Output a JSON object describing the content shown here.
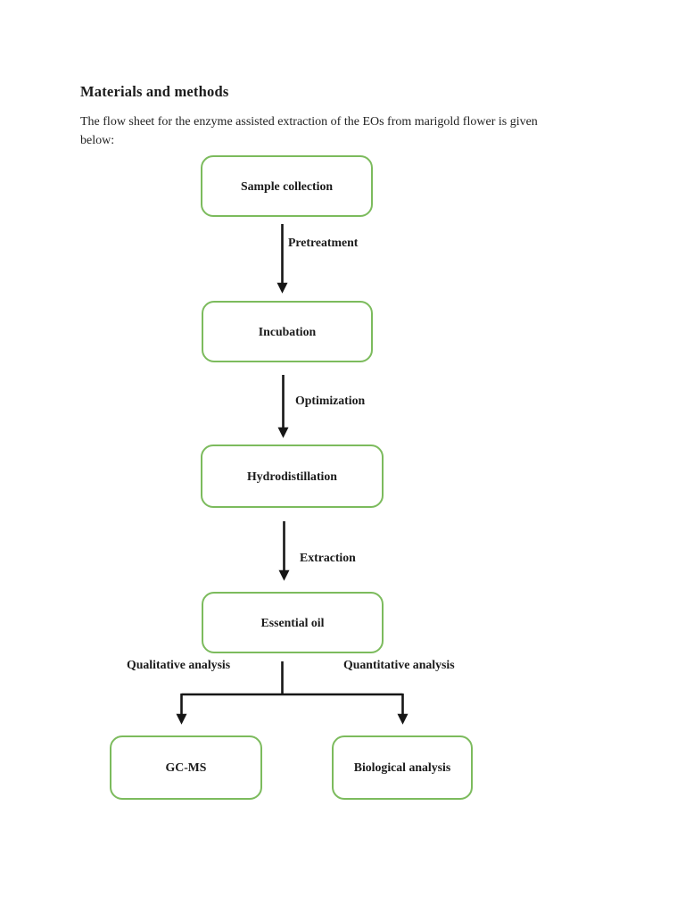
{
  "page": {
    "title": "Materials and methods",
    "intro_lines": [
      "The flow sheet for the enzyme assisted extraction of the EOs from marigold flower is given",
      "below:"
    ]
  },
  "colors": {
    "node_border": "#7cbb5d",
    "arrow": "#161616",
    "text": "#1b1b1b",
    "background": "#ffffff"
  },
  "flowchart": {
    "nodes": [
      {
        "id": "sample-collection",
        "label": "Sample collection"
      },
      {
        "id": "incubation",
        "label": "Incubation"
      },
      {
        "id": "hydrodistillation",
        "label": "Hydrodistillation"
      },
      {
        "id": "essential-oil",
        "label": "Essential oil"
      },
      {
        "id": "gc-ms",
        "label": "GC-MS"
      },
      {
        "id": "biological-analysis",
        "label": "Biological analysis"
      }
    ],
    "edges": [
      {
        "from": "Sample collection",
        "to": "Incubation",
        "label": "Pretreatment"
      },
      {
        "from": "Incubation",
        "to": "Hydrodistillation",
        "label": "Optimization"
      },
      {
        "from": "Hydrodistillation",
        "to": "Essential oil",
        "label": "Extraction"
      },
      {
        "from": "Essential oil",
        "to": "GC-MS",
        "label": "Qualitative analysis"
      },
      {
        "from": "Essential oil",
        "to": "Biological analysis",
        "label": "Quantitative analysis"
      }
    ]
  }
}
